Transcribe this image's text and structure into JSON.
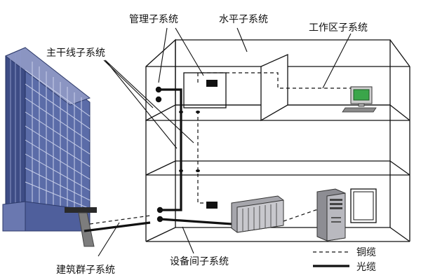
{
  "labels": {
    "management": "管理子系统",
    "horizontal": "水平子系统",
    "work_area": "工作区子系统",
    "backbone": "主干线子系统",
    "equipment_room": "设备间子系统",
    "building_group": "建筑群子系统"
  },
  "legend": {
    "copper": "铜缆",
    "fiber": "光缆"
  },
  "colors": {
    "line": "#111111",
    "building_face": "#5a6aa8",
    "building_dark": "#2f3d72",
    "monitor_screen": "#3aa64a",
    "cabinet": "#9a9aa0"
  }
}
